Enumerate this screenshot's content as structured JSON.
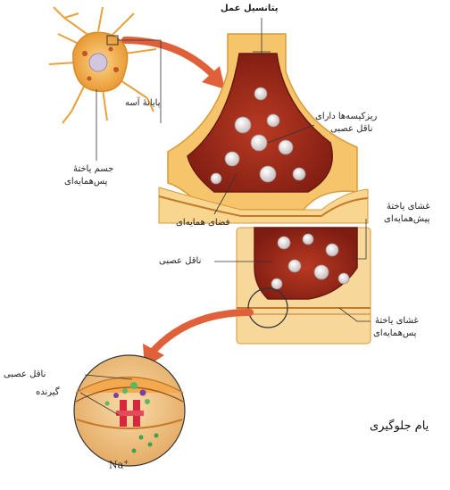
{
  "labels": {
    "action_potential": "پتانسیل عمل",
    "axon_terminal": "پایانهٔ آسه",
    "vesicles_line1": "ریزکیسه‌ها دارای",
    "vesicles_line2": "ناقل عصبی",
    "postsyn_body_line1": "جسم یاختهٔ",
    "postsyn_body_line2": "پس‌همایه‌ای",
    "synaptic_membrane": "فضای همایه‌ای",
    "presyn_membrane_line1": "غشای یاختهٔ",
    "presyn_membrane_line2": "پیش‌همایه‌ای",
    "neurotransmitter_mid": "ناقل عصبی",
    "postsyn_membrane_line1": "غشای یاختهٔ",
    "postsyn_membrane_line2": "پس‌همایه‌ای",
    "neurotransmitter_left": "ناقل عصبی",
    "receptor": "گیرنده",
    "sodium": "Na",
    "sodium_charge": "+"
  },
  "page_fragment": "یام جلوگیری",
  "colors": {
    "neuron_body": "#f2b24a",
    "terminal_outer": "#f6c56b",
    "terminal_inner": "#9c2a1c",
    "vesicle": "#e8dede",
    "arrow": "#e0603a",
    "circle_bg": "#f3c98a"
  }
}
